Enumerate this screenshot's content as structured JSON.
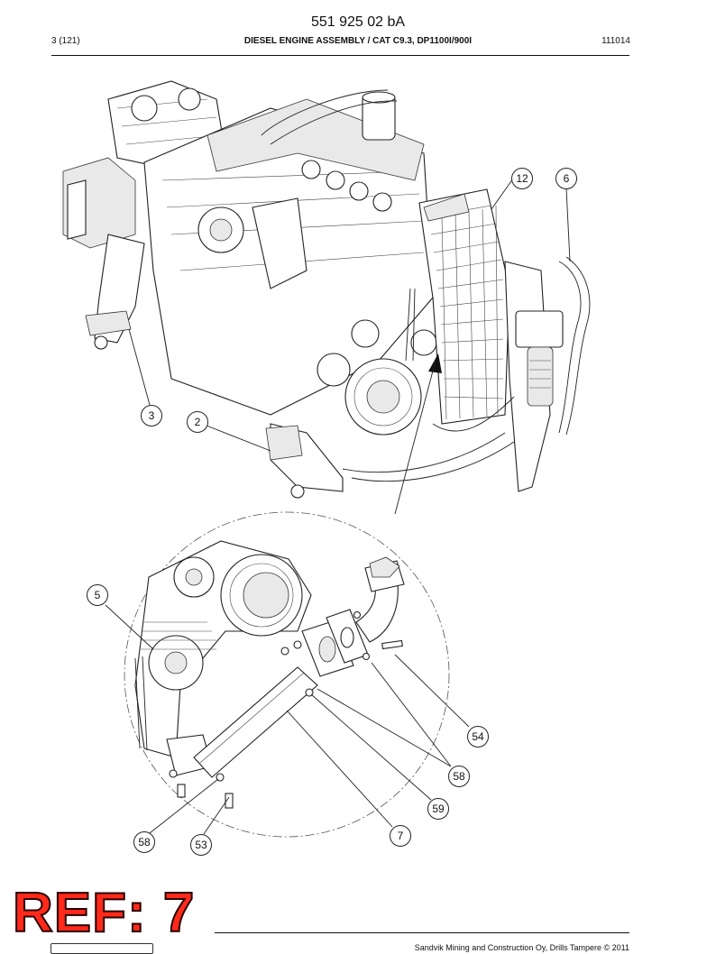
{
  "header": {
    "document_number": "551 925 02 bA",
    "page": "3 (121)",
    "title": "DIESEL ENGINE ASSEMBLY / CAT C9.3, DP1100I/900I",
    "date_code": "111014"
  },
  "callouts": [
    {
      "label": "12"
    },
    {
      "label": "6"
    },
    {
      "label": "3"
    },
    {
      "label": "2"
    },
    {
      "label": "5"
    },
    {
      "label": "54"
    },
    {
      "label": "58"
    },
    {
      "label": "59"
    },
    {
      "label": "58"
    },
    {
      "label": "53"
    },
    {
      "label": "7"
    }
  ],
  "stamp": {
    "text": "REF: 7",
    "color": "#ff2a1a"
  },
  "footer": {
    "copyright": "Sandvik Mining and Construction Oy, Drills Tampere © 2011"
  }
}
